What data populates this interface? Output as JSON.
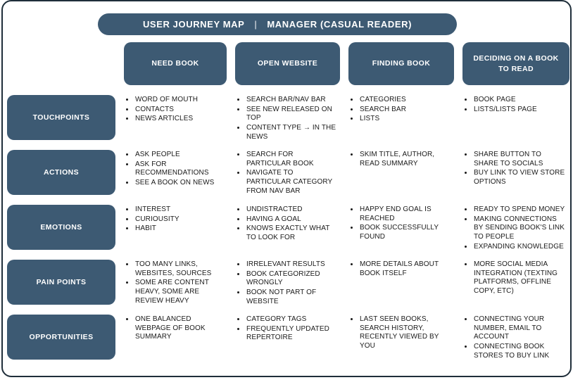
{
  "title": {
    "left": "USER JOURNEY MAP",
    "separator": "|",
    "right": "MANAGER (CASUAL READER)"
  },
  "columns": [
    "NEED BOOK",
    "OPEN WEBSITE",
    "FINDING BOOK",
    "DECIDING ON A BOOK TO READ"
  ],
  "rows": [
    {
      "label": "TOUCHPOINTS",
      "cells": [
        [
          "WORD OF MOUTH",
          "CONTACTS",
          "NEWS ARTICLES"
        ],
        [
          "SEARCH BAR/NAV BAR",
          "SEE NEW RELEASED ON TOP",
          "CONTENT TYPE → IN THE NEWS"
        ],
        [
          "CATEGORIES",
          "SEARCH BAR",
          "LISTS"
        ],
        [
          "BOOK PAGE",
          "LISTS/LISTS PAGE"
        ]
      ]
    },
    {
      "label": "ACTIONS",
      "cells": [
        [
          "ASK PEOPLE",
          "ASK FOR RECOMMENDATIONS",
          "SEE A BOOK ON NEWS"
        ],
        [
          "SEARCH FOR PARTICULAR BOOK",
          "NAVIGATE TO PARTICULAR CATEGORY FROM NAV BAR"
        ],
        [
          "SKIM TITLE, AUTHOR, READ SUMMARY"
        ],
        [
          "SHARE BUTTON TO SHARE TO SOCIALS",
          "BUY LINK TO VIEW STORE OPTIONS"
        ]
      ]
    },
    {
      "label": "EMOTIONS",
      "cells": [
        [
          "INTEREST",
          "CURIOUSITY",
          "HABIT"
        ],
        [
          "UNDISTRACTED",
          "HAVING A GOAL",
          "KNOWS EXACTLY WHAT TO LOOK FOR"
        ],
        [
          "HAPPY END GOAL IS REACHED",
          "BOOK SUCCESSFULLY FOUND"
        ],
        [
          "READY TO SPEND MONEY",
          "MAKING CONNECTIONS BY SENDING BOOK'S LINK TO PEOPLE",
          "EXPANDING KNOWLEDGE"
        ]
      ]
    },
    {
      "label": "PAIN POINTS",
      "cells": [
        [
          "TOO MANY LINKS, WEBSITES, SOURCES",
          "SOME ARE CONTENT HEAVY, SOME ARE REVIEW HEAVY"
        ],
        [
          "IRRELEVANT RESULTS",
          "BOOK CATEGORIZED WRONGLY",
          "BOOK NOT PART OF WEBSITE"
        ],
        [
          "MORE DETAILS ABOUT BOOK ITSELF"
        ],
        [
          "MORE SOCIAL MEDIA INTEGRATION (TEXTING PLATFORMS, OFFLINE COPY, ETC)"
        ]
      ]
    },
    {
      "label": "OPPORTUNITIES",
      "cells": [
        [
          "ONE BALANCED WEBPAGE OF BOOK SUMMARY"
        ],
        [
          "CATEGORY TAGS",
          "FREQUENTLY UPDATED REPERTOIRE"
        ],
        [
          "LAST SEEN BOOKS, SEARCH HISTORY, RECENTLY VIEWED BY YOU"
        ],
        [
          "CONNECTING YOUR NUMBER, EMAIL TO ACCOUNT",
          "CONNECTING BOOK STORES TO BUY LINK"
        ]
      ]
    }
  ],
  "colors": {
    "box_fill": "#3d5a73",
    "card_border": "#1f2e3a",
    "body_text": "#1a1a1a",
    "box_text": "#ffffff",
    "background": "#ffffff"
  }
}
